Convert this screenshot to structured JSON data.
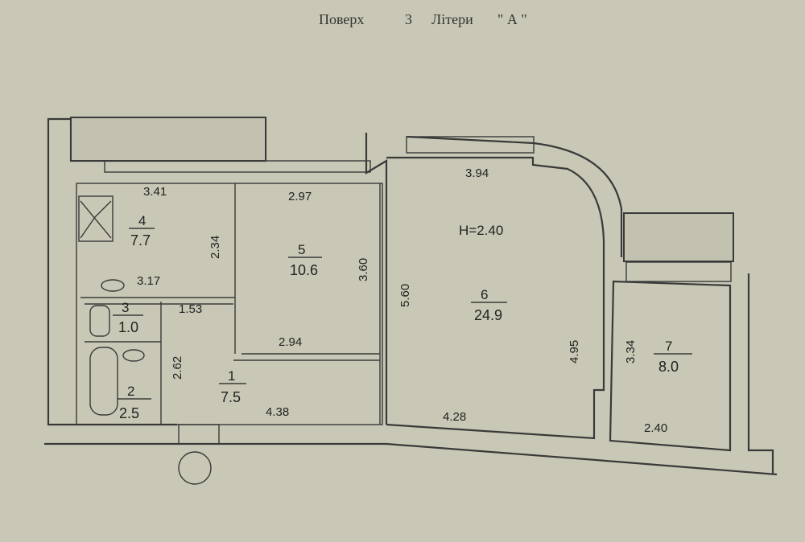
{
  "header": {
    "floor_label": "Поверх",
    "floor_value": "3",
    "letter_label": "Літери",
    "letter_value": "\" А \""
  },
  "ceiling_height": "H=2.40",
  "rooms": [
    {
      "id": "1",
      "area": "7.5"
    },
    {
      "id": "2",
      "area": "2.5"
    },
    {
      "id": "3",
      "area": "1.0"
    },
    {
      "id": "4",
      "area": "7.7"
    },
    {
      "id": "5",
      "area": "10.6"
    },
    {
      "id": "6",
      "area": "24.9"
    },
    {
      "id": "7",
      "area": "8.0"
    }
  ],
  "dimensions": {
    "room4_top": "3.41",
    "room4_side": "2.34",
    "room4_bottom": "3.17",
    "room5_top": "2.97",
    "room5_side": "3.60",
    "room5_bottom": "2.94",
    "room6_top": "3.94",
    "room6_left": "5.60",
    "room6_right": "4.95",
    "room6_bottom": "4.28",
    "room7_side": "3.34",
    "room7_bottom": "2.40",
    "room3_width": "1.53",
    "room1_side": "2.62",
    "room1_bottom": "4.38"
  },
  "colors": {
    "paper": "#c9c8b6",
    "ink": "#333333"
  }
}
